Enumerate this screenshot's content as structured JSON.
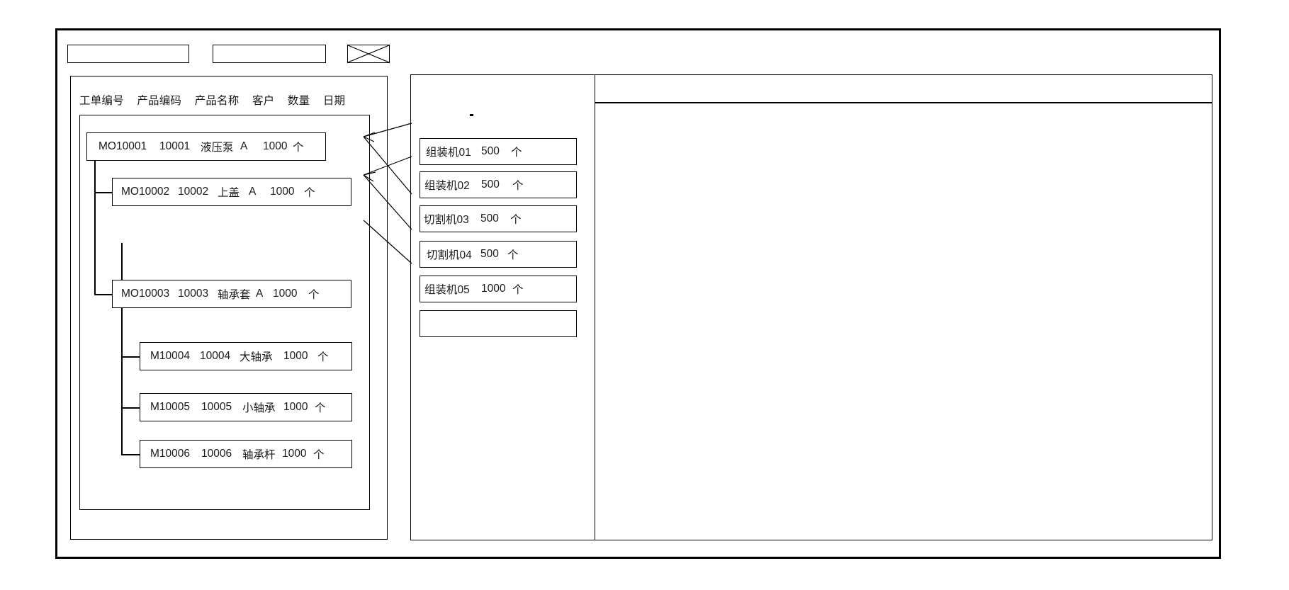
{
  "window": {
    "title": ""
  },
  "toolbar": {
    "field_1_value": "",
    "field_2_value": "",
    "crossed_box_label": ""
  },
  "left_panel": {
    "columns": [
      "工单编号",
      "产品编码",
      "产品名称",
      "客户",
      "数量",
      "日期"
    ],
    "rows": [
      {
        "level": 0,
        "order_no": "MO10001",
        "product_code": "10001",
        "product_name": "液压泵",
        "customer": "A",
        "quantity": "1000",
        "unit": "个",
        "date": ""
      },
      {
        "level": 1,
        "order_no": "MO10002",
        "product_code": "10002",
        "product_name": "上盖",
        "customer": "A",
        "quantity": "1000",
        "unit": "个",
        "date": ""
      },
      {
        "level": 1,
        "order_no": "MO10003",
        "product_code": "10003",
        "product_name": "轴承套",
        "customer": "A",
        "quantity": "1000",
        "unit": "个",
        "date": ""
      },
      {
        "level": 2,
        "order_no": "M10004",
        "product_code": "10004",
        "product_name": "大轴承",
        "customer": "",
        "quantity": "1000",
        "unit": "个",
        "date": ""
      },
      {
        "level": 2,
        "order_no": "M10005",
        "product_code": "10005",
        "product_name": "小轴承",
        "customer": "",
        "quantity": "1000",
        "unit": "个",
        "date": ""
      },
      {
        "level": 2,
        "order_no": "M10006",
        "product_code": "10006",
        "product_name": "轴承杆",
        "customer": "",
        "quantity": "1000",
        "unit": "个",
        "date": ""
      }
    ]
  },
  "mid_panel": {
    "machines": [
      {
        "name": "组装机01",
        "quantity": "500",
        "unit": "个"
      },
      {
        "name": "组装机02",
        "quantity": "500",
        "unit": "个"
      },
      {
        "name": "切割机03",
        "quantity": "500",
        "unit": "个"
      },
      {
        "name": "切割机04",
        "quantity": "500",
        "unit": "个"
      },
      {
        "name": "组装机05",
        "quantity": "1000",
        "unit": "个"
      },
      {
        "name": "",
        "quantity": "",
        "unit": ""
      }
    ]
  },
  "right_panel": {
    "header_text": "",
    "body_text": ""
  },
  "colors": {
    "stroke": "#000000",
    "frame_stroke": "#000000",
    "background": "#ffffff",
    "text": "#1a1a1a"
  }
}
